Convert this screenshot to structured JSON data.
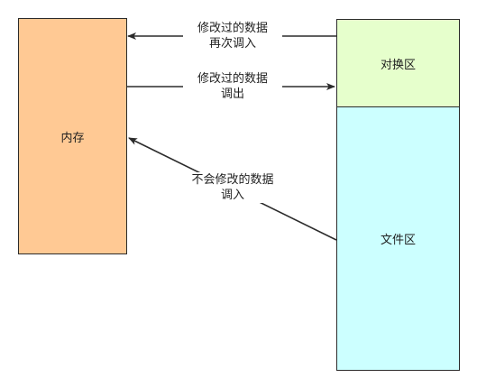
{
  "boxes": {
    "memory": "内存",
    "swap": "对换区",
    "file": "文件区"
  },
  "arrows": {
    "swap_to_memory": {
      "line1": "修改过的数据",
      "line2": "再次调入"
    },
    "memory_to_swap": {
      "line1": "修改过的数据",
      "line2": "调出"
    },
    "file_to_memory": {
      "line1": "不会修改的数据",
      "line2": "调入"
    }
  },
  "colors": {
    "memory_fill": "#ffc994",
    "swap_fill": "#e6ffcc",
    "file_fill": "#ccffff",
    "stroke": "#2b2b2b"
  }
}
